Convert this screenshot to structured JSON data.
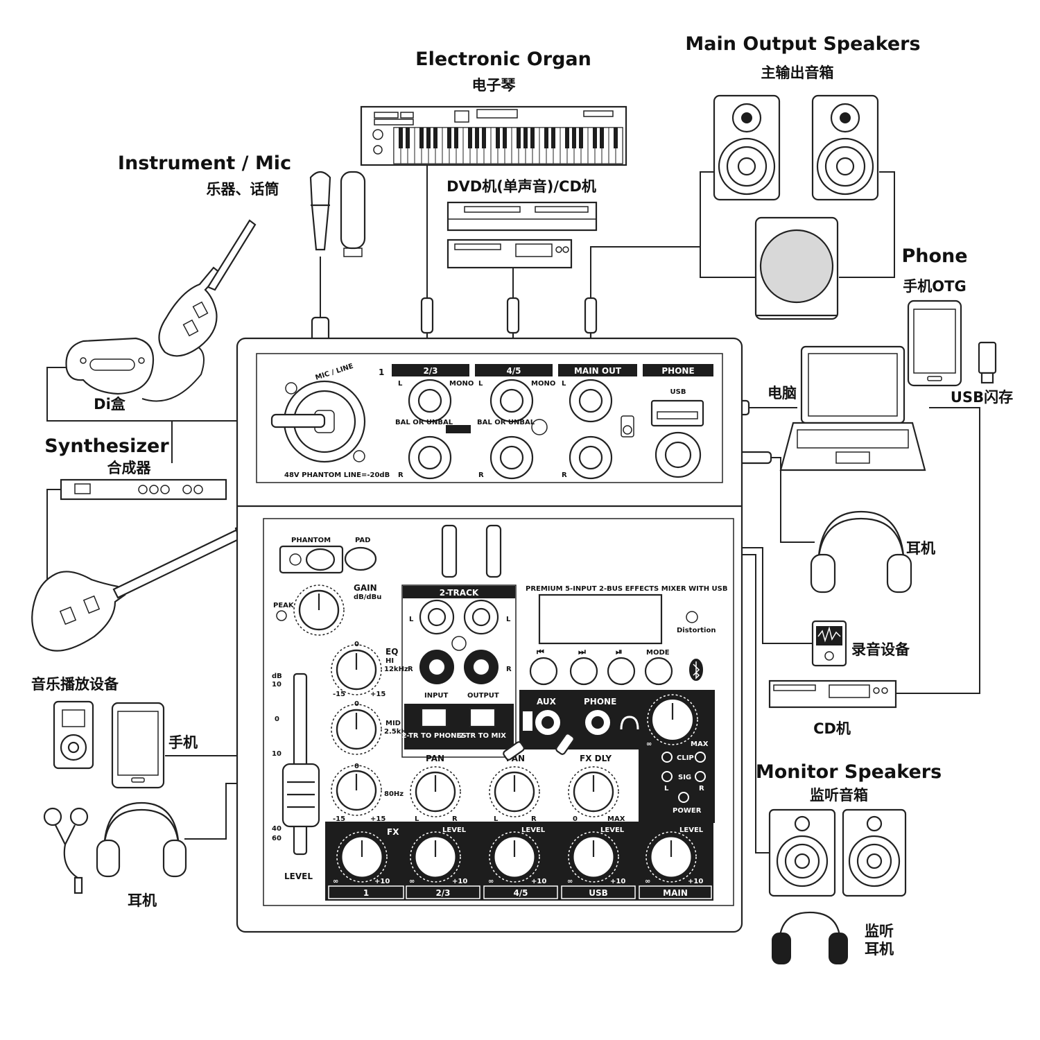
{
  "labels": {
    "electronic_organ": "Electronic Organ",
    "electronic_organ_cn": "电子琴",
    "main_output_speakers": "Main Output Speakers",
    "main_output_speakers_cn": "主输出音箱",
    "instrument_mic": "Instrument / Mic",
    "instrument_mic_cn": "乐器、话筒",
    "dvd_cd": "DVD机(单声音)/CD机",
    "phone": "Phone",
    "phone_otg": "手机OTG",
    "di_box": "Di盒",
    "synthesizer": "Synthesizer",
    "synthesizer_cn": "合成器",
    "computer_cn": "电脑",
    "usb_flash_cn": "USB闪存",
    "headphones_cn": "耳机",
    "recording_device_cn": "录音设备",
    "cd_player_cn": "CD机",
    "music_player_cn": "音乐播放设备",
    "mobile_cn": "手机",
    "earphones_cn": "耳机",
    "monitor_speakers": "Monitor Speakers",
    "monitor_speakers_cn": "监听音箱",
    "monitor_headphones_cn_1": "监听",
    "monitor_headphones_cn_2": "耳机"
  },
  "mixer": {
    "channel_1": "1",
    "mic_line": "MIC / LINE",
    "phantom_note": "48V PHANTOM LINE=-20dB",
    "sec_23": "2/3",
    "sec_45": "4/5",
    "sec_main_out": "MAIN OUT",
    "sec_phone": "PHONE",
    "l": "L",
    "r": "R",
    "mono": "MONO",
    "bal_or_unbal": "BAL OR UNBAL",
    "usb": "USB",
    "phantom_btn": "PHANTOM",
    "pad_btn": "PAD",
    "gain": "GAIN",
    "gain_unit": "dB/dBu",
    "peak": "PEAK",
    "eq": "EQ",
    "hi": "HI",
    "hi_freq": "12kHz",
    "mid": "MID",
    "mid_freq": "2.5kHz",
    "low_freq": "80Hz",
    "plus15": "+15",
    "minus15": "-15",
    "zero": "0",
    "pan": "PAN",
    "fx_dly": "FX DLY",
    "max": "MAX",
    "two_track": "2-TRACK",
    "input": "INPUT",
    "output": "OUTPUT",
    "tr_phones": "2-TR TO PHONES",
    "tr_mix": "2-TR TO MIX",
    "display_title": "PREMIUM 5-INPUT 2-BUS EFFECTS MIXER WITH USB",
    "distortion": "Distortion",
    "prev": "⏮",
    "next": "⏭",
    "play_pause": "⏯",
    "mode": "MODE",
    "aux": "AUX",
    "phone_out": "PHONE",
    "clip": "CLIP",
    "sig": "SIG",
    "power": "POWER",
    "fx": "FX",
    "level": "LEVEL",
    "ch_1": "1",
    "ch_23": "2/3",
    "ch_45": "4/5",
    "ch_usb": "USB",
    "ch_main": "MAIN",
    "plus10": "+10",
    "inf": "∞",
    "fader_db": "dB",
    "fader_10": "10",
    "fader_0": "0",
    "fader_minus10": "10",
    "fader_40": "40",
    "fader_60": "60",
    "fader_level": "LEVEL"
  }
}
